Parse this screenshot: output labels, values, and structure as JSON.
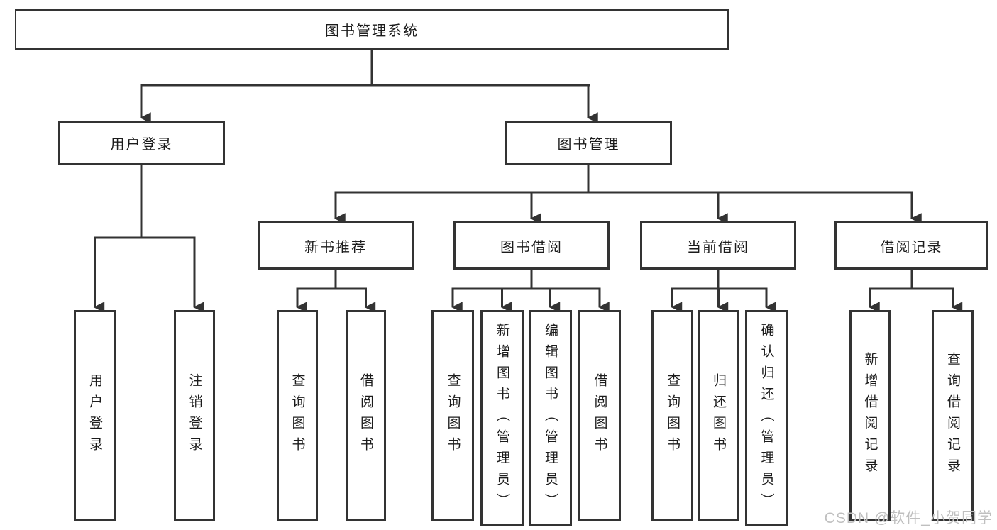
{
  "tree": {
    "root": {
      "label": "图书管理系统",
      "children": [
        {
          "label": "用户登录",
          "children": [
            {
              "label": "用户登录"
            },
            {
              "label": "注销登录"
            }
          ]
        },
        {
          "label": "图书管理",
          "children": [
            {
              "label": "新书推荐",
              "children": [
                {
                  "label": "查询图书"
                },
                {
                  "label": "借阅图书"
                }
              ]
            },
            {
              "label": "图书借阅",
              "children": [
                {
                  "label": "查询图书"
                },
                {
                  "label": "新增图书（管理员）"
                },
                {
                  "label": "编辑图书（管理员）"
                },
                {
                  "label": "借阅图书"
                }
              ]
            },
            {
              "label": "当前借阅",
              "children": [
                {
                  "label": "查询图书"
                },
                {
                  "label": "归还图书"
                },
                {
                  "label": "确认归还（管理员）"
                }
              ]
            },
            {
              "label": "借阅记录",
              "children": [
                {
                  "label": "新增借阅记录"
                },
                {
                  "label": "查询借阅记录"
                }
              ]
            }
          ]
        }
      ]
    }
  },
  "watermark": "CSDN @软件_小贺同学",
  "colors": {
    "line": "#333333",
    "box_border": "#333333",
    "text": "#1c1c1c",
    "watermark": "#bfbfbf",
    "background": "#ffffff"
  }
}
